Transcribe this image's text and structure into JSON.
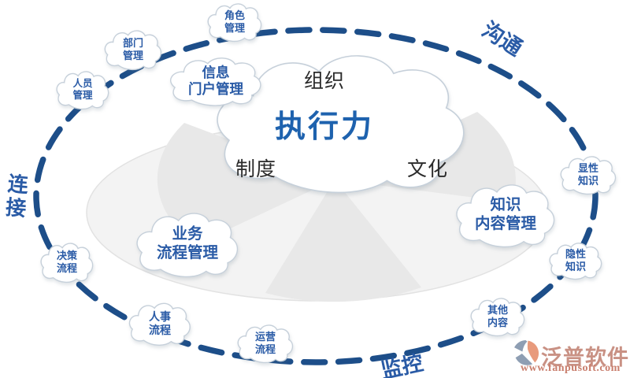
{
  "title_cloud": {
    "top": "组织",
    "center": "执行力",
    "bottom_left": "制度",
    "bottom_right": "文化"
  },
  "ring": {
    "label_top_right": "沟通",
    "label_left": "连接",
    "label_bottom": "监控"
  },
  "satellites": [
    {
      "id": "role-management",
      "line1": "角色",
      "line2": "管理"
    },
    {
      "id": "department-management",
      "line1": "部门",
      "line2": "管理"
    },
    {
      "id": "personnel-management",
      "line1": "人员",
      "line2": "管理"
    },
    {
      "id": "info-portal-management",
      "line1": "信息",
      "line2": "门户管理"
    },
    {
      "id": "business-process-management",
      "line1": "业务",
      "line2": "流程管理"
    },
    {
      "id": "decision-flow",
      "line1": "决策",
      "line2": "流程"
    },
    {
      "id": "hr-flow",
      "line1": "人事",
      "line2": "流程"
    },
    {
      "id": "operation-flow",
      "line1": "运营",
      "line2": "流程"
    },
    {
      "id": "other-content",
      "line1": "其他",
      "line2": "内容"
    },
    {
      "id": "tacit-knowledge",
      "line1": "隐性",
      "line2": "知识"
    },
    {
      "id": "explicit-knowledge",
      "line1": "显性",
      "line2": "知识"
    },
    {
      "id": "knowledge-content-management",
      "line1": "知识",
      "line2": "内容管理"
    }
  ],
  "watermark": {
    "brand": "泛普软件",
    "url": "www.fanpusoft.com"
  },
  "colors": {
    "accent_blue": "#2a5ba6",
    "headline_blue": "#1e62ae",
    "dash_blue": "#1d4e89",
    "disc_gray": "#f3f3f3",
    "wedge_gray": "#e8e8e8",
    "cloud_stroke": "#c6d0da",
    "brand_salmon": "#c99184",
    "brand_url": "#c97f6e",
    "logo_slate": "#8e9eb3",
    "logo_salmon": "#e89a7c"
  }
}
